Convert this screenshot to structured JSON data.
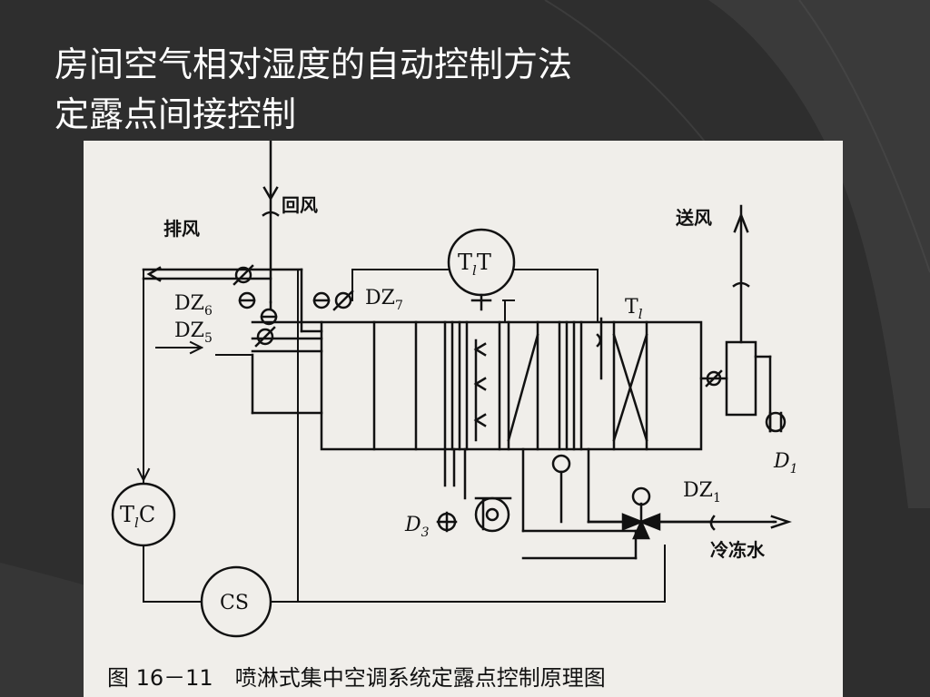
{
  "slide": {
    "title_line1": "房间空气相对湿度的自动控制方法",
    "title_line2": "定露点间接控制"
  },
  "figure": {
    "caption": "图 16－11　喷淋式集中空调系统定露点控制原理图",
    "labels": {
      "return_air": "回风",
      "exhaust_air": "排风",
      "supply_air": "送风",
      "chilled_water": "冷冻水",
      "damper_dz6": "DZ",
      "damper_dz6_sub": "6",
      "damper_dz5": "DZ",
      "damper_dz5_sub": "5",
      "damper_dz7": "DZ",
      "damper_dz7_sub": "7",
      "valve_dz1": "DZ",
      "valve_dz1_sub": "1",
      "sensor_tlt_a": "T",
      "sensor_tlt_sub": "l",
      "sensor_tlt_b": "T",
      "controller_tlc_a": "T",
      "controller_tlc_sub": "l",
      "controller_tlc_b": "C",
      "switch_cs": "CS",
      "temp_tl_a": "T",
      "temp_tl_sub": "l",
      "pump_d3": "D",
      "pump_d3_sub": "3",
      "fan_d1": "D",
      "fan_d1_sub": "1"
    }
  },
  "colors": {
    "background": "#2e2e2e",
    "title_text": "#ffffff",
    "paper": "#f0eeea",
    "ink": "#111111"
  }
}
